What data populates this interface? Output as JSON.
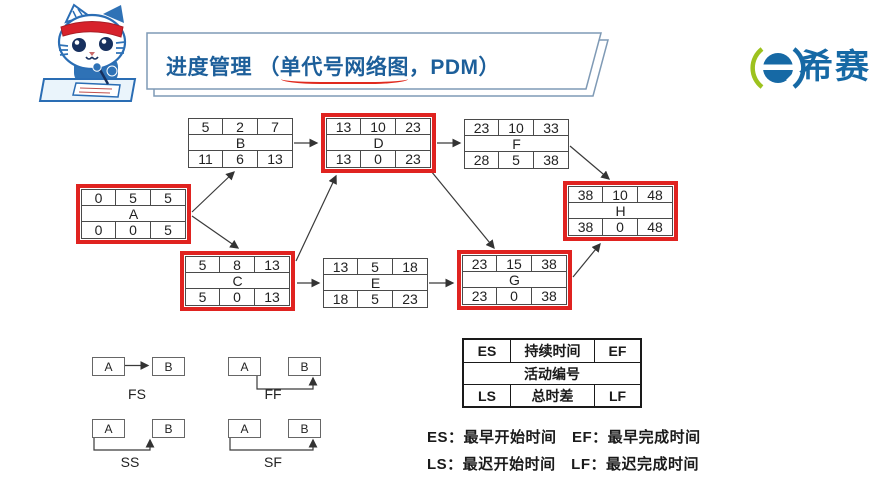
{
  "title": {
    "prefix": "进度管理 （",
    "underlined": "单代号网络图",
    "suffix": "，PDM）"
  },
  "logo": {
    "text": "希赛"
  },
  "colors": {
    "title_blue": "#1d5f9a",
    "accent_red": "#e02320",
    "logo_blue": "#1669a5",
    "logo_green": "#9dc21e"
  },
  "network": {
    "nodes": [
      {
        "id": "A",
        "es": "0",
        "duration": "5",
        "ef": "5",
        "ls": "0",
        "total_float": "0",
        "lf": "5",
        "critical": true
      },
      {
        "id": "B",
        "es": "5",
        "duration": "2",
        "ef": "7",
        "ls": "11",
        "total_float": "6",
        "lf": "13",
        "critical": false
      },
      {
        "id": "C",
        "es": "5",
        "duration": "8",
        "ef": "13",
        "ls": "5",
        "total_float": "0",
        "lf": "13",
        "critical": true
      },
      {
        "id": "D",
        "es": "13",
        "duration": "10",
        "ef": "23",
        "ls": "13",
        "total_float": "0",
        "lf": "23",
        "critical": true
      },
      {
        "id": "E",
        "es": "13",
        "duration": "5",
        "ef": "18",
        "ls": "18",
        "total_float": "5",
        "lf": "23",
        "critical": false
      },
      {
        "id": "F",
        "es": "23",
        "duration": "10",
        "ef": "33",
        "ls": "28",
        "total_float": "5",
        "lf": "38",
        "critical": false
      },
      {
        "id": "G",
        "es": "23",
        "duration": "15",
        "ef": "38",
        "ls": "23",
        "total_float": "0",
        "lf": "38",
        "critical": true
      },
      {
        "id": "H",
        "es": "38",
        "duration": "10",
        "ef": "48",
        "ls": "38",
        "total_float": "0",
        "lf": "48",
        "critical": true
      }
    ],
    "edges": [
      {
        "from": "A",
        "to": "B"
      },
      {
        "from": "A",
        "to": "C"
      },
      {
        "from": "B",
        "to": "D"
      },
      {
        "from": "C",
        "to": "D"
      },
      {
        "from": "C",
        "to": "E"
      },
      {
        "from": "D",
        "to": "F"
      },
      {
        "from": "D",
        "to": "G"
      },
      {
        "from": "E",
        "to": "G"
      },
      {
        "from": "F",
        "to": "H"
      },
      {
        "from": "G",
        "to": "H"
      }
    ]
  },
  "relations": [
    {
      "label": "FS",
      "a": "A",
      "b": "B"
    },
    {
      "label": "FF",
      "a": "A",
      "b": "B"
    },
    {
      "label": "SS",
      "a": "A",
      "b": "B"
    },
    {
      "label": "SF",
      "a": "A",
      "b": "B"
    }
  ],
  "legend": {
    "es": "ES",
    "duration": "持续时间",
    "ef": "EF",
    "activity": "活动编号",
    "ls": "LS",
    "total_float": "总时差",
    "lf": "LF"
  },
  "notes": [
    "ES：最早开始时间　EF：最早完成时间",
    "LS：最迟开始时间　LF：最迟完成时间"
  ]
}
